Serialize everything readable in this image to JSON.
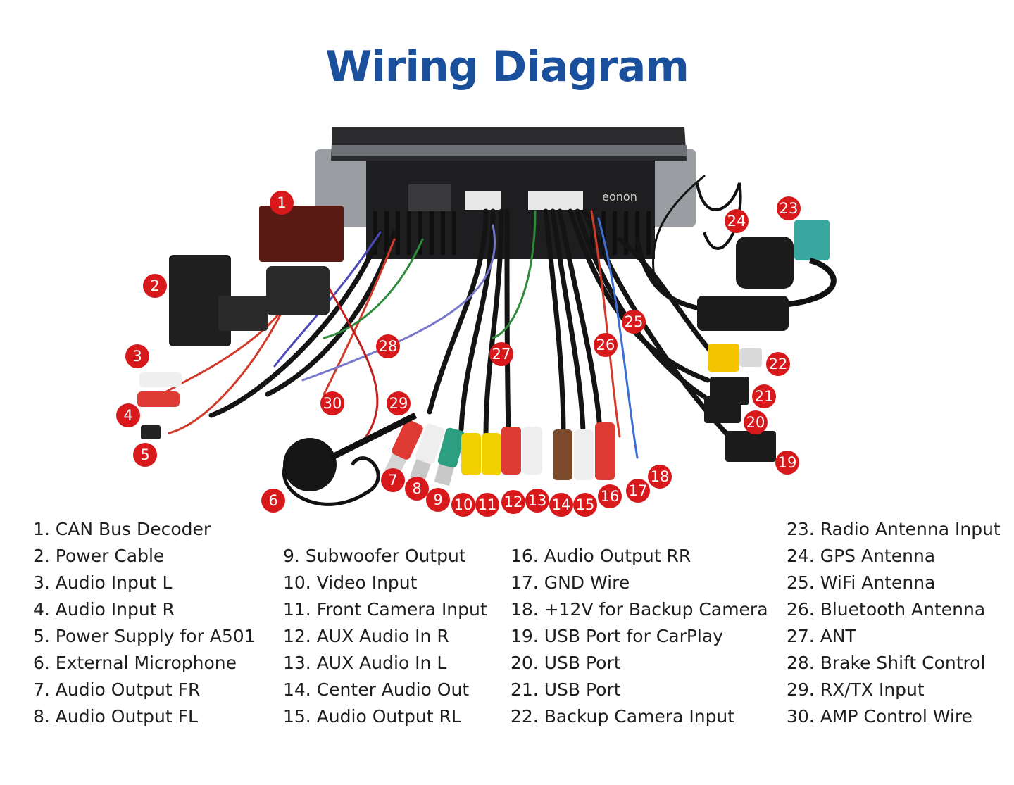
{
  "title": "Wiring Diagram",
  "brand_logo": "eonon",
  "colors": {
    "title": "#1a4f9c",
    "badge": "#d7191c"
  },
  "legend": {
    "column_1": [
      "1. CAN Bus Decoder",
      "2. Power Cable",
      "3. Audio Input L",
      "4. Audio Input R",
      "5. Power Supply for A501",
      "6. External Microphone",
      "7. Audio Output FR",
      "8. Audio Output FL"
    ],
    "column_2": [
      "9. Subwoofer Output",
      "10. Video Input",
      "11. Front Camera Input",
      "12. AUX Audio In R",
      "13. AUX Audio In L",
      "14. Center Audio Out",
      "15. Audio Output RL"
    ],
    "column_3": [
      "16. Audio Output RR",
      "17. GND Wire",
      "18. +12V for Backup Camera",
      "19. USB Port for CarPlay",
      "20. USB Port",
      "21. USB Port",
      "22. Backup Camera Input"
    ],
    "column_4": [
      "23. Radio Antenna Input",
      "24. GPS Antenna",
      "25. WiFi Antenna",
      "26. Bluetooth Antenna",
      "27. ANT",
      "28. Brake Shift Control",
      "29. RX/TX Input",
      "30. AMP Control Wire"
    ]
  },
  "badges": [
    "1",
    "2",
    "3",
    "4",
    "5",
    "6",
    "7",
    "8",
    "9",
    "10",
    "11",
    "12",
    "13",
    "14",
    "15",
    "16",
    "17",
    "18",
    "19",
    "20",
    "21",
    "22",
    "23",
    "24",
    "25",
    "26",
    "27",
    "28",
    "29",
    "30"
  ]
}
